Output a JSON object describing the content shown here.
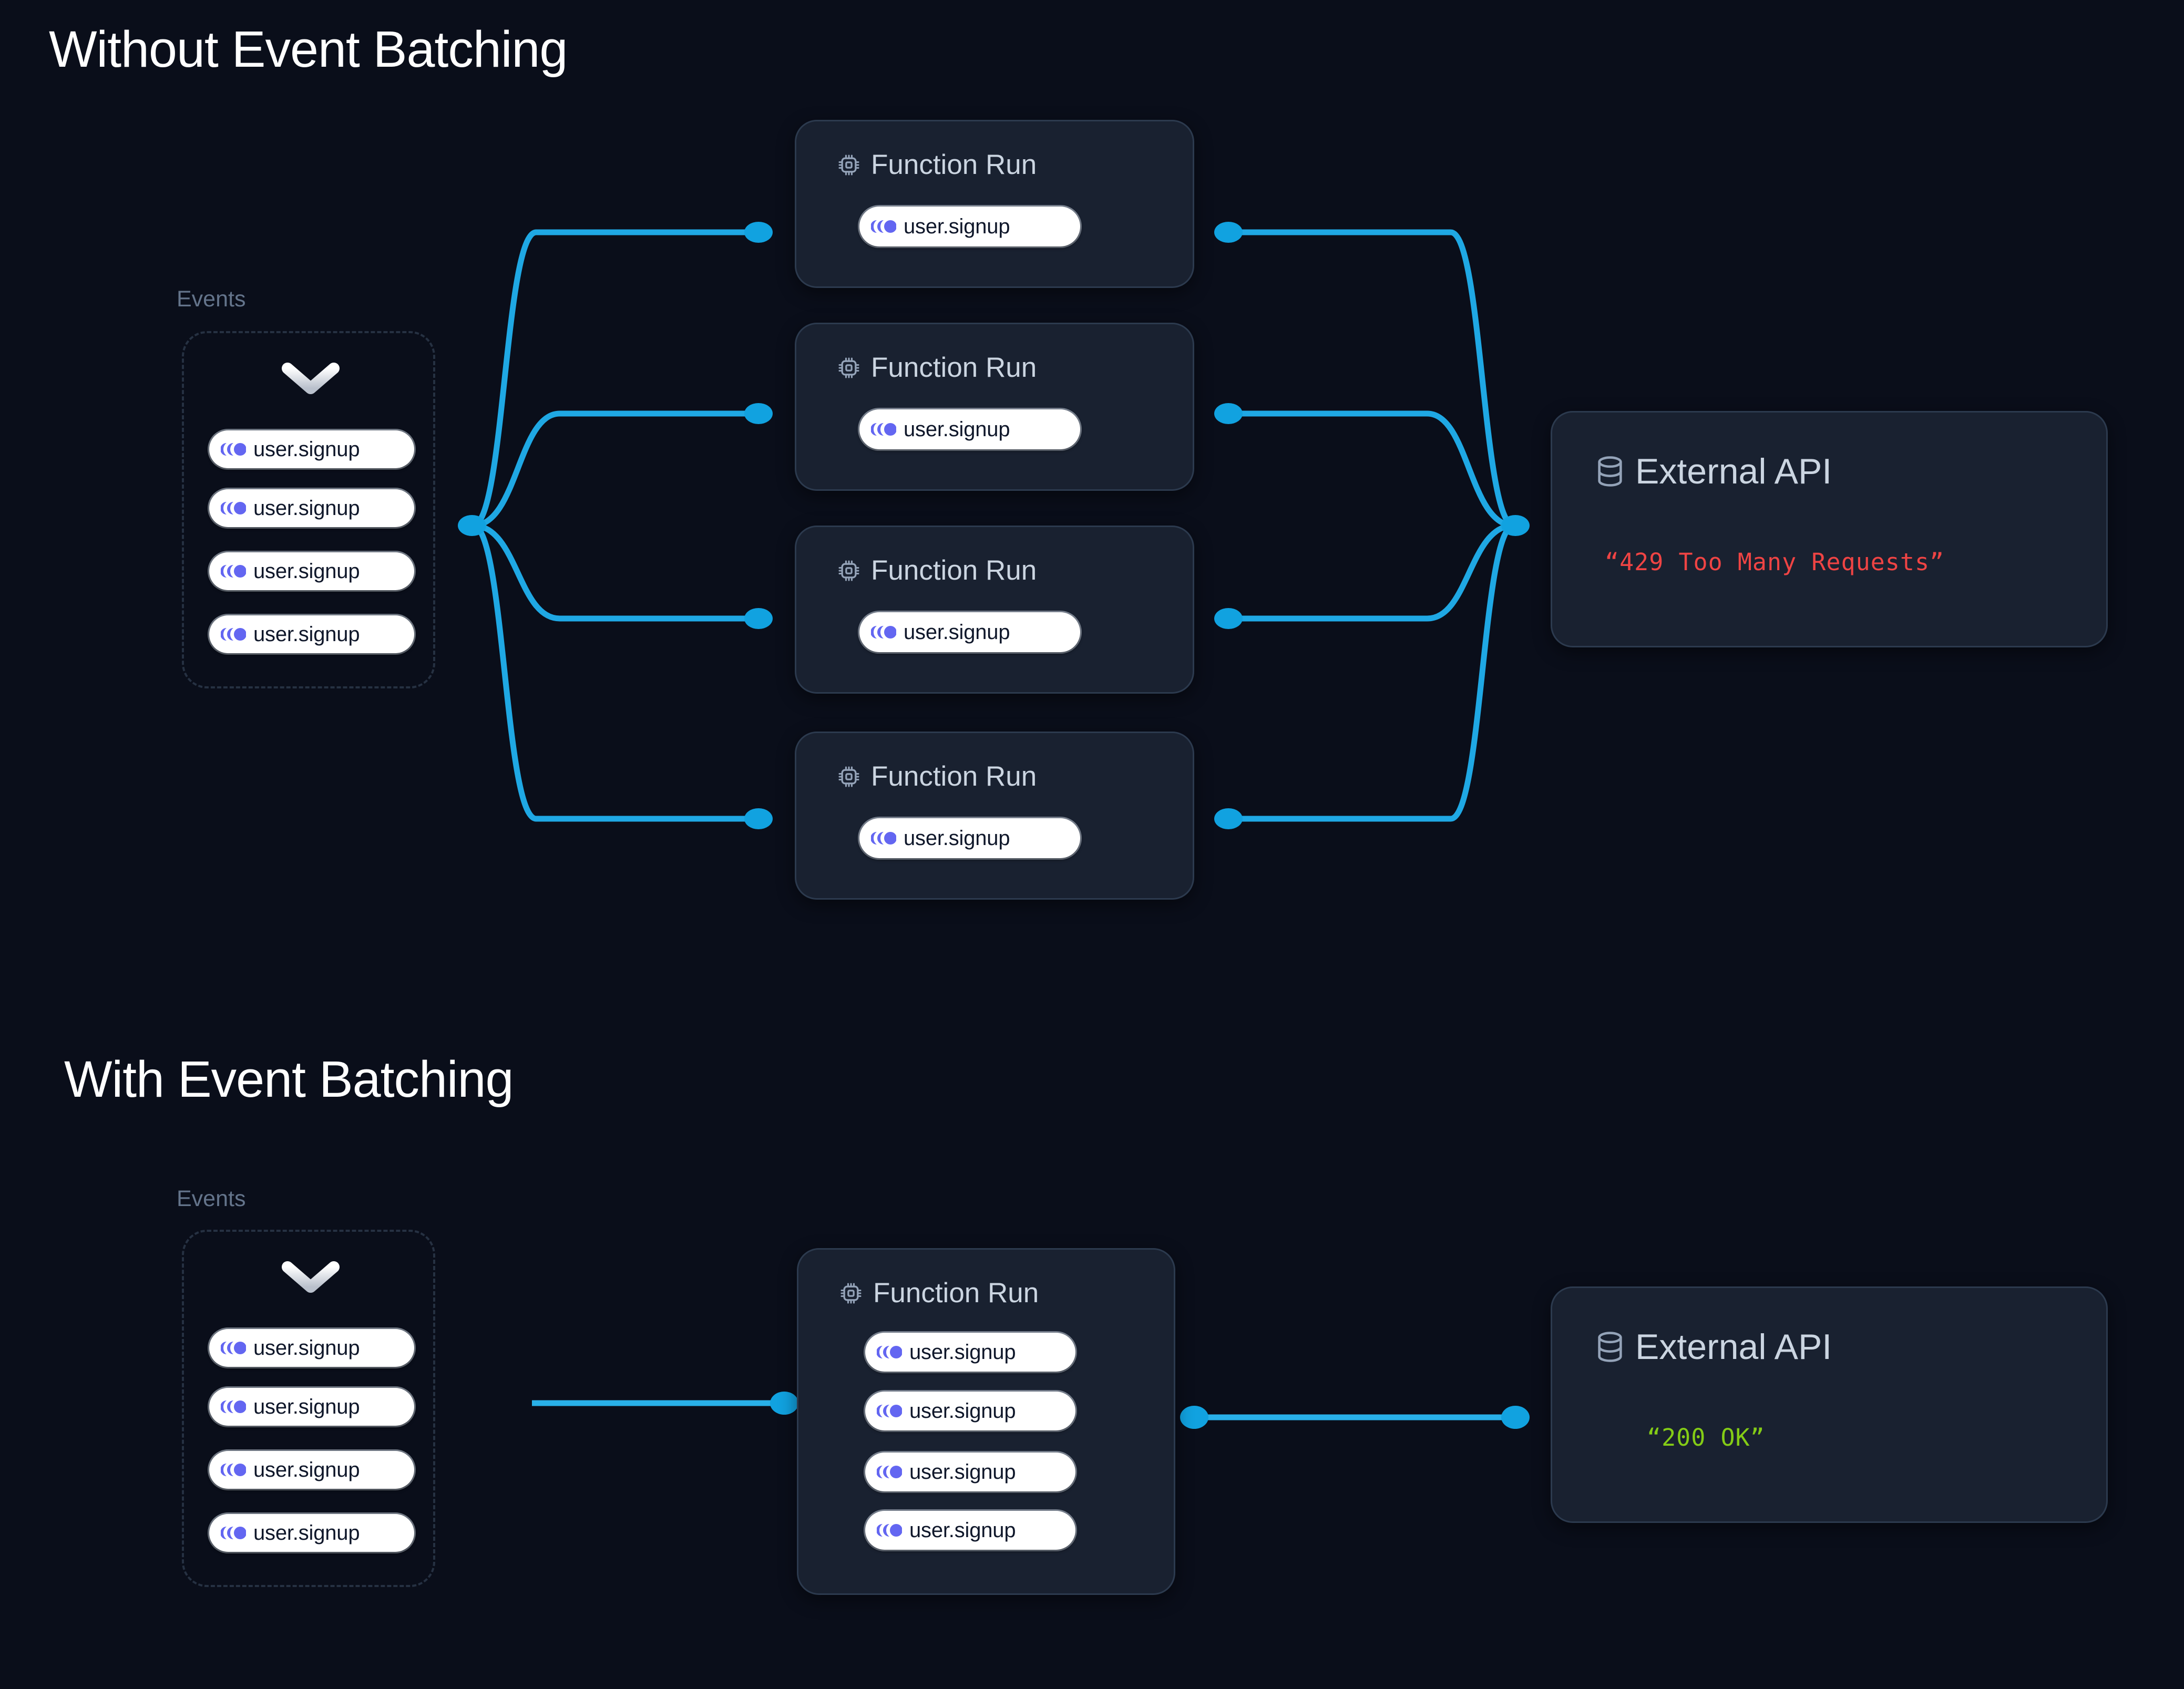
{
  "page": {
    "background": "#0a0e1a",
    "accent_cyan": "#1fa8e4",
    "event_icon_color": "#6366f1",
    "error_color": "#ef4444",
    "success_color": "#84cc16"
  },
  "sections": [
    {
      "id": "without",
      "title": "Without Event Batching",
      "events": {
        "label": "Events",
        "chevron_icon": "chevron-down-icon",
        "items": [
          {
            "label": "user.signup",
            "icon": "event-motion-icon"
          },
          {
            "label": "user.signup",
            "icon": "event-motion-icon"
          },
          {
            "label": "user.signup",
            "icon": "event-motion-icon"
          },
          {
            "label": "user.signup",
            "icon": "event-motion-icon"
          }
        ]
      },
      "function_runs": [
        {
          "title": "Function Run",
          "icon": "cpu-icon",
          "events": [
            {
              "label": "user.signup",
              "icon": "event-motion-icon"
            }
          ]
        },
        {
          "title": "Function Run",
          "icon": "cpu-icon",
          "events": [
            {
              "label": "user.signup",
              "icon": "event-motion-icon"
            }
          ]
        },
        {
          "title": "Function Run",
          "icon": "cpu-icon",
          "events": [
            {
              "label": "user.signup",
              "icon": "event-motion-icon"
            }
          ]
        },
        {
          "title": "Function Run",
          "icon": "cpu-icon",
          "events": [
            {
              "label": "user.signup",
              "icon": "event-motion-icon"
            }
          ]
        }
      ],
      "api": {
        "title": "External API",
        "icon": "database-icon",
        "status": "“429 Too Many Requests”",
        "status_color": "#ef4444"
      }
    },
    {
      "id": "with",
      "title": "With Event Batching",
      "events": {
        "label": "Events",
        "chevron_icon": "chevron-down-icon",
        "items": [
          {
            "label": "user.signup",
            "icon": "event-motion-icon"
          },
          {
            "label": "user.signup",
            "icon": "event-motion-icon"
          },
          {
            "label": "user.signup",
            "icon": "event-motion-icon"
          },
          {
            "label": "user.signup",
            "icon": "event-motion-icon"
          }
        ]
      },
      "function_runs": [
        {
          "title": "Function Run",
          "icon": "cpu-icon",
          "events": [
            {
              "label": "user.signup",
              "icon": "event-motion-icon"
            },
            {
              "label": "user.signup",
              "icon": "event-motion-icon"
            },
            {
              "label": "user.signup",
              "icon": "event-motion-icon"
            },
            {
              "label": "user.signup",
              "icon": "event-motion-icon"
            }
          ]
        }
      ],
      "api": {
        "title": "External API",
        "icon": "database-icon",
        "status": "“200 OK”",
        "status_color": "#84cc16"
      }
    }
  ]
}
